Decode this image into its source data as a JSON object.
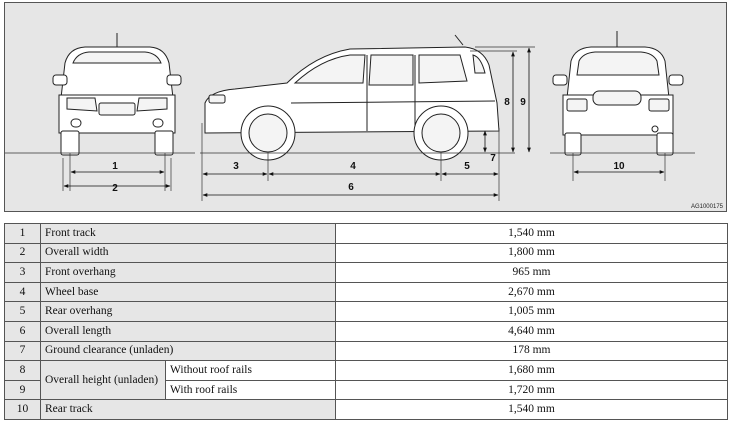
{
  "figure": {
    "callouts": [
      "1",
      "2",
      "3",
      "4",
      "5",
      "6",
      "7",
      "8",
      "9",
      "10"
    ],
    "code": "AG1000175"
  },
  "specs": {
    "rows": [
      {
        "num": "1",
        "label": "Front track",
        "value": "1,540 mm"
      },
      {
        "num": "2",
        "label": "Overall width",
        "value": "1,800 mm"
      },
      {
        "num": "3",
        "label": "Front overhang",
        "value": "965 mm"
      },
      {
        "num": "4",
        "label": "Wheel base",
        "value": "2,670 mm"
      },
      {
        "num": "5",
        "label": "Rear overhang",
        "value": "1,005 mm"
      },
      {
        "num": "6",
        "label": "Overall length",
        "value": "4,640 mm"
      },
      {
        "num": "7",
        "label": "Ground clearance (unladen)",
        "value": "178 mm"
      },
      {
        "num": "8",
        "label": "Overall height (unladen)",
        "sub": "Without roof rails",
        "value": "1,680 mm"
      },
      {
        "num": "9",
        "sub": "With roof rails",
        "value": "1,720 mm"
      },
      {
        "num": "10",
        "label": "Rear track",
        "value": "1,540 mm"
      }
    ]
  }
}
